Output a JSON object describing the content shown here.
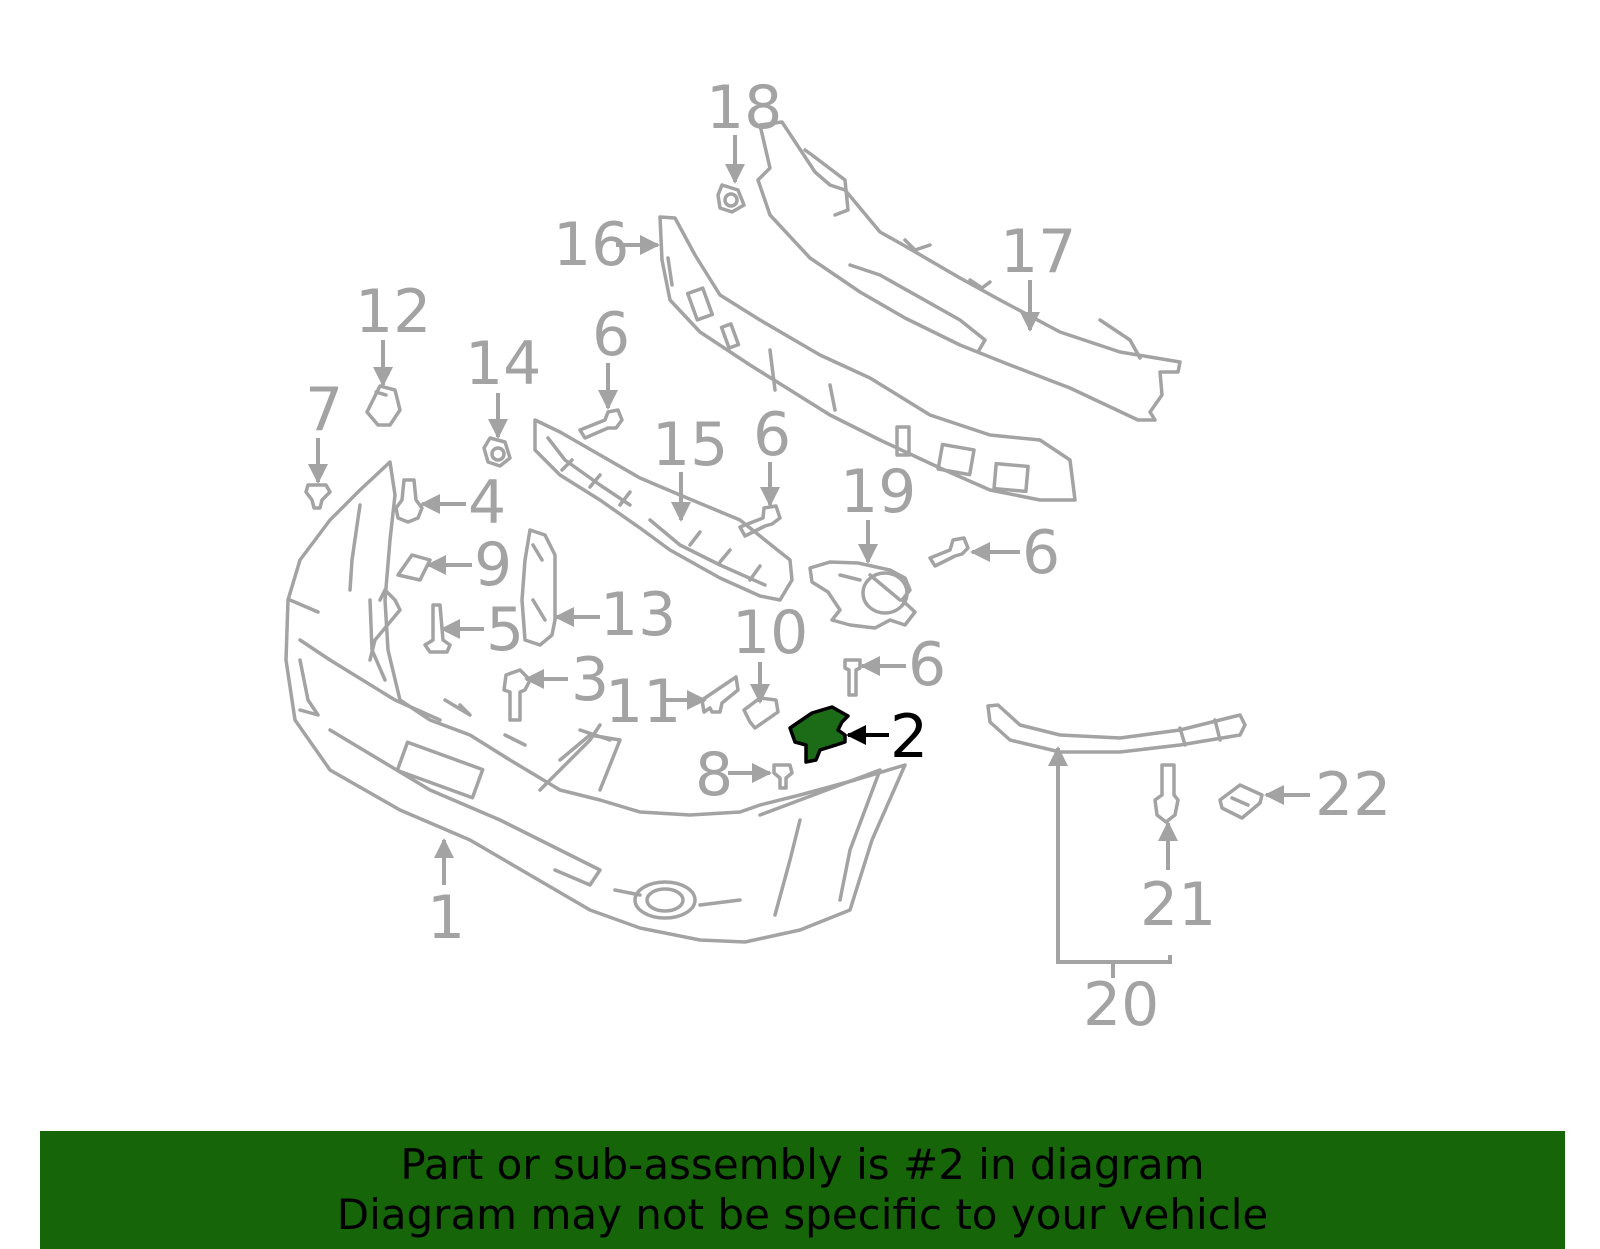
{
  "diagram": {
    "callouts": [
      "1",
      "2",
      "3",
      "4",
      "5",
      "6",
      "6",
      "6",
      "6",
      "7",
      "8",
      "9",
      "10",
      "11",
      "12",
      "13",
      "14",
      "15",
      "16",
      "17",
      "18",
      "19",
      "20",
      "21",
      "22"
    ],
    "highlighted_part": "2",
    "colors": {
      "line": "#a3a3a3",
      "highlight_fill": "#1c6b17",
      "highlight_text": "#000000",
      "banner_bg": "#166509"
    }
  },
  "banner": {
    "line1": "Part or sub-assembly is #2 in diagram",
    "line2": "Diagram may not be specific to your vehicle"
  }
}
